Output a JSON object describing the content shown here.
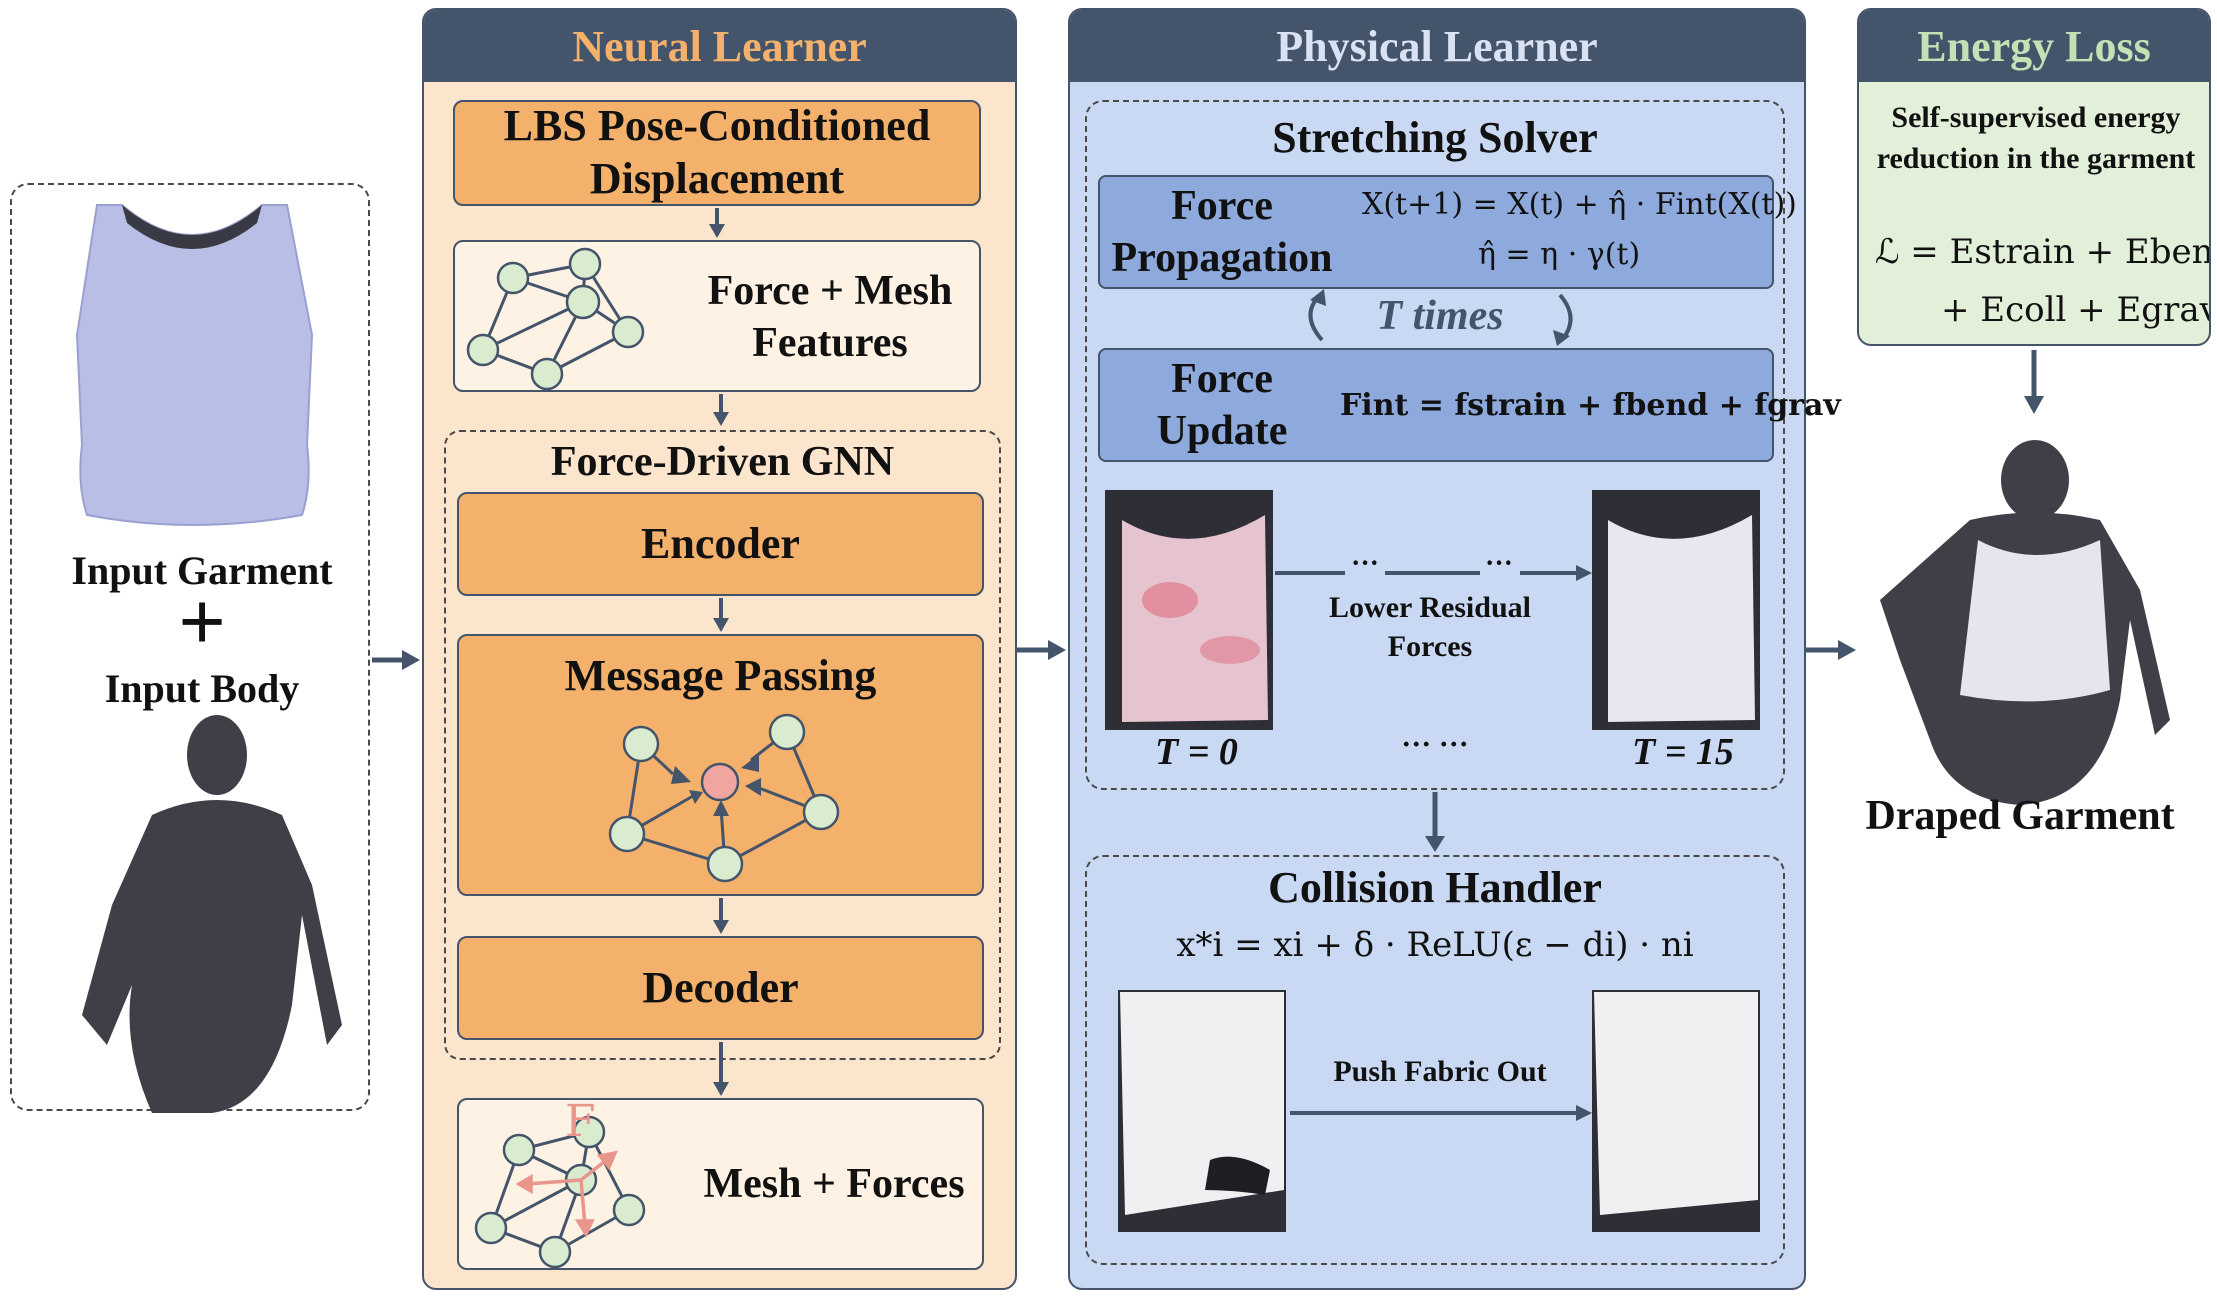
{
  "input": {
    "garment_label": "Input Garment",
    "plus": "+",
    "body_label": "Input Body"
  },
  "neural": {
    "title": "Neural Learner",
    "lbs": "LBS Pose-Conditioned Displacement",
    "force_mesh_features": "Force + Mesh Features",
    "gnn_title": "Force-Driven GNN",
    "encoder": "Encoder",
    "message_passing": "Message Passing",
    "decoder": "Decoder",
    "mesh_forces": "Mesh + Forces",
    "force_symbol": "F"
  },
  "physical": {
    "title": "Physical Learner",
    "solver_title": "Stretching Solver",
    "force_propagation": "Force Propagation",
    "prop_eq1": "X(t+1) = X(t) + η̂ · Fint(X(t))",
    "prop_eq2": "η̂ = η · γ(t)",
    "t_times": "T times",
    "force_update": "Force Update",
    "update_eq": "Fint = fstrain + fbend + fgrav",
    "lower_residual": "Lower Residual Forces",
    "dots": "··· ···",
    "t0": "T = 0",
    "t15": "T = 15",
    "collision_title": "Collision Handler",
    "collision_eq": "x*i = xi + δ · ReLU(ε − di) · ni",
    "push_fabric": "Push Fabric Out"
  },
  "energy": {
    "title": "Energy Loss",
    "desc": "Self-supervised energy reduction in the garment",
    "eq_line1": "ℒ = Estrain + Ebend",
    "eq_line2": "+ Ecoll + Egrav"
  },
  "output": {
    "draped_label": "Draped Garment"
  },
  "colors": {
    "panel_header": "#44546a",
    "neural_title": "#f4b16b",
    "physical_title": "#d9e2f3",
    "energy_title": "#c5e0b4",
    "neural_bg": "#fbe5cd",
    "physical_bg": "#c9d9f3",
    "energy_bg": "#e2efd9",
    "orange_box": "#f4b16b",
    "blue_box": "#8ea9db",
    "node": "#d9ecd0",
    "center_node": "#f0a5a0",
    "force_arrow": "#e8958c"
  }
}
